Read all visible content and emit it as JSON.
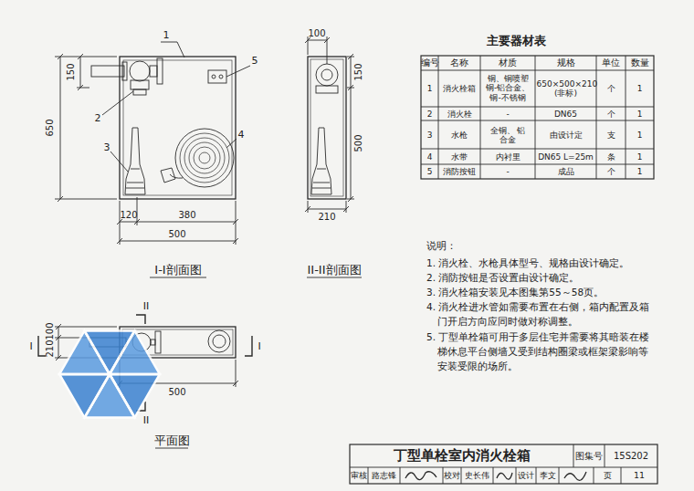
{
  "diagram": {
    "title": "丁型单栓室内消火栓箱",
    "labels": [
      "1",
      "150",
      "650",
      "2",
      "3",
      "4",
      "5",
      "120",
      "380",
      "500",
      "I-I剖面图",
      "100",
      "150",
      "500",
      "210",
      "II-II剖面图",
      "II",
      "I",
      "100",
      "210",
      "I",
      "500",
      "II",
      "平面图",
      "主要器材表",
      "编号",
      "名称",
      "材质",
      "规格",
      "单位",
      "数量",
      "1",
      "消火栓箱",
      "铜、铜喷塑 铜-铝合金、 铜-不锈钢",
      "650×500×210 (非标)",
      "个",
      "1",
      "2",
      "消火栓",
      "-",
      "DN65",
      "个",
      "1",
      "3",
      "水枪",
      "全铜、 铝合金",
      "由设计定",
      "支",
      "1",
      "4",
      "水带",
      "内衬里",
      "DN65 L=25m",
      "条",
      "1",
      "5",
      "消防按钮",
      "-",
      "成品",
      "个",
      "1",
      "说明：",
      "1. 消火栓、水枪具体型号、规格由设计确定。",
      "2. 消防按钮是否设置由设计确定。",
      "3. 消火栓箱安装见本图集第55～58页。",
      "4. 消火栓进水管如需要布置在右侧，箱内配置及箱门开启方向应同时做对称调整。",
      "5. 丁型单栓箱可用于多层住宅并需要将其暗装在楼梯休息平台侧墙又受到结构圈梁或框架梁影响等安装受限的场所。",
      "图集号",
      "15S202",
      "审核",
      "路志锋",
      "校对",
      "史长伟",
      "设计",
      "李文",
      "页",
      "11"
    ]
  }
}
